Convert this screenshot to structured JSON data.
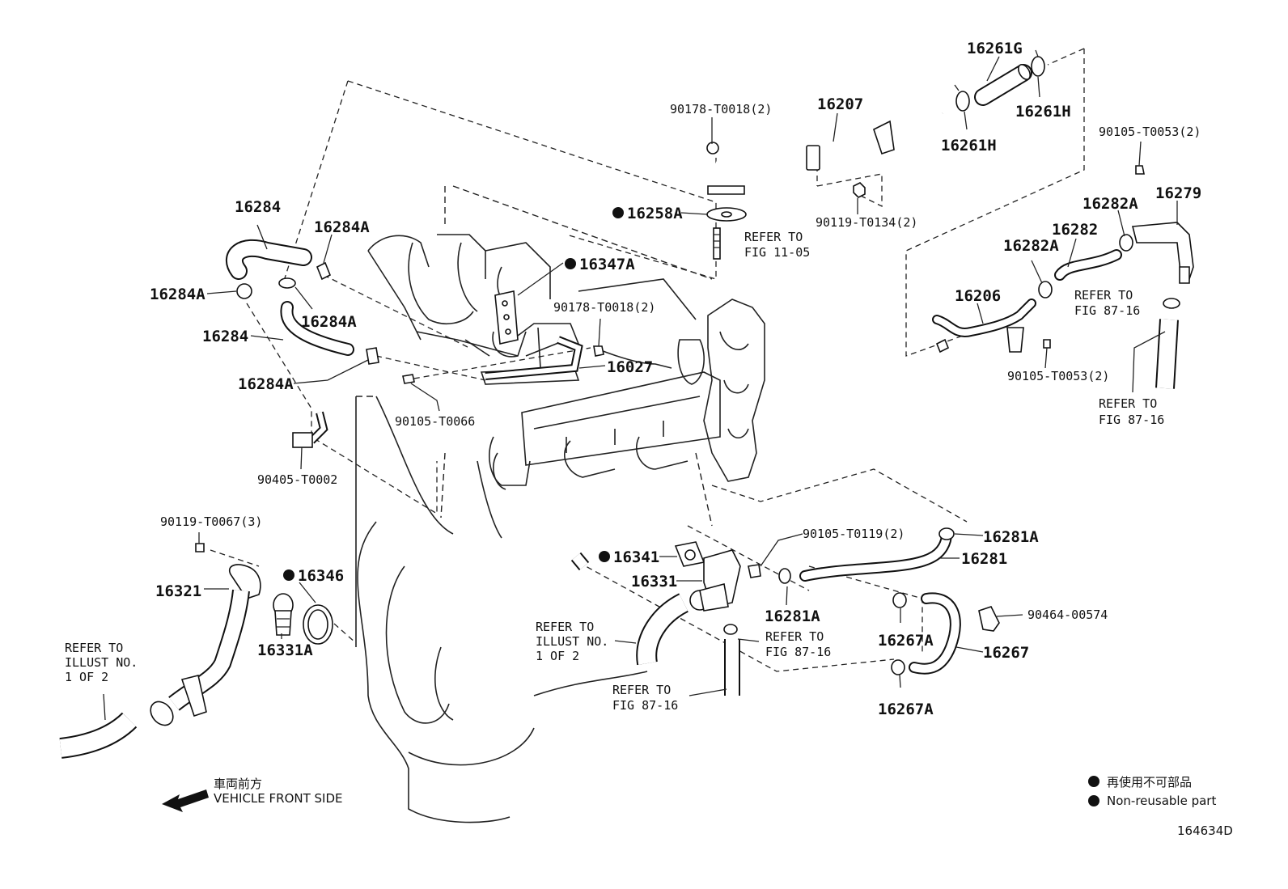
{
  "parts": {
    "p16261G": "16261G",
    "p16261H_a": "16261H",
    "p16261H_b": "16261H",
    "p16207": "16207",
    "p90178_T0018_top": "90178-T0018(2)",
    "p16258A": "16258A",
    "p90119_T0134": "90119-T0134(2)",
    "p90105_T0053_top": "90105-T0053(2)",
    "p16279": "16279",
    "p16282A_a": "16282A",
    "p16282": "16282",
    "p16282A_b": "16282A",
    "p16206": "16206",
    "p90105_T0053_bot": "90105-T0053(2)",
    "p16284_a": "16284",
    "p16284A_a": "16284A",
    "p16284A_b": "16284A",
    "p16284A_c": "16284A",
    "p16284_b": "16284",
    "p16284A_d": "16284A",
    "p16347A": "16347A",
    "p90178_T0018_mid": "90178-T0018(2)",
    "p16027": "16027",
    "p90105_T0066": "90105-T0066",
    "p90405_T0002": "90405-T0002",
    "p90119_T0067": "90119-T0067(3)",
    "p16321": "16321",
    "p16346": "16346",
    "p16331A": "16331A",
    "p16341": "16341",
    "p16331": "16331",
    "p90105_T0119": "90105-T0119(2)",
    "p16281A_a": "16281A",
    "p16281": "16281",
    "p16281A_b": "16281A",
    "p90464_00574": "90464-00574",
    "p16267A_a": "16267A",
    "p16267": "16267",
    "p16267A_b": "16267A"
  },
  "refs": {
    "fig1105_l1": "REFER TO",
    "fig1105_l2": "FIG 11-05",
    "fig8716a_l1": "REFER TO",
    "fig8716a_l2": "FIG 87-16",
    "fig8716b_l1": "REFER TO",
    "fig8716b_l2": "FIG 87-16",
    "fig8716c_l1": "REFER TO",
    "fig8716c_l2": "FIG 87-16",
    "fig8716d_l1": "REFER TO",
    "fig8716d_l2": "FIG 87-16",
    "illustA_l1": "REFER TO",
    "illustA_l2": "ILLUST NO.",
    "illustA_l3": "1 OF 2",
    "illustB_l1": "REFER TO",
    "illustB_l2": "ILLUST NO.",
    "illustB_l3": "1 OF 2"
  },
  "vehicle_front": {
    "jp": "車両前方",
    "en": "VEHICLE FRONT SIDE"
  },
  "legend": {
    "jp": "再使用不可部品",
    "en": "Non-reusable part"
  },
  "figure_id": "164634D",
  "colors": {
    "ink": "#111111",
    "background": "#ffffff"
  }
}
